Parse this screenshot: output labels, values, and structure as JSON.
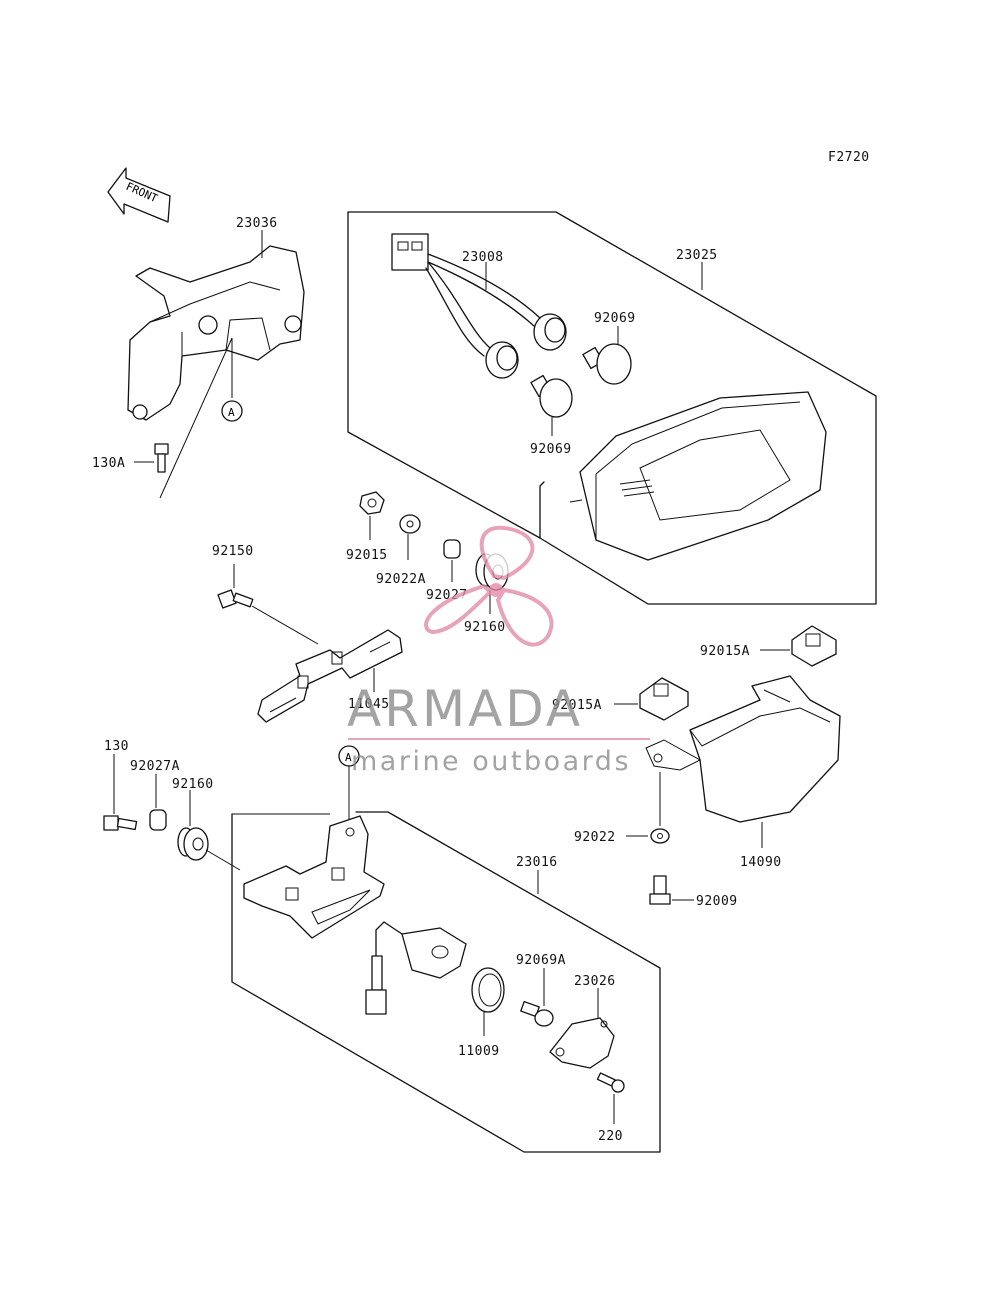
{
  "figure_code": "F2720",
  "front_marker": "FRONT",
  "ref_marker": "A",
  "watermark": {
    "brand": "ARMADA",
    "tagline": "marine outboards",
    "color": "#e28aa8",
    "text_color": "#8a8a8a"
  },
  "part_labels": {
    "p23036": "23036",
    "p130A": "130A",
    "p23008": "23008",
    "p23025": "23025",
    "p92069_top": "92069",
    "p92069_bot": "92069",
    "p92015": "92015",
    "p92022A": "92022A",
    "p92027": "92027",
    "p92160_top": "92160",
    "p92150": "92150",
    "p11045": "11045",
    "p92015A_right": "92015A",
    "p92015A_mid": "92015A",
    "p130": "130",
    "p92027A": "92027A",
    "p92160_bot": "92160",
    "p23016": "23016",
    "p92022": "92022",
    "p14090": "14090",
    "p92009": "92009",
    "p92069A": "92069A",
    "p23026": "23026",
    "p11009": "11009",
    "p220": "220"
  }
}
